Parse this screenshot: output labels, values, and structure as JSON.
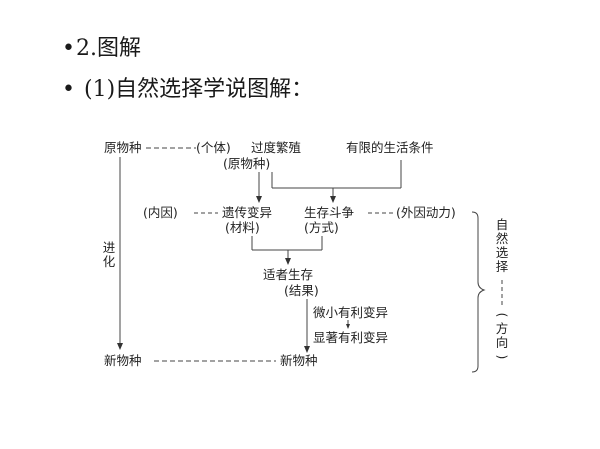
{
  "slide": {
    "bullets": [
      {
        "marker": "•",
        "text": "2.图解"
      },
      {
        "marker": "•",
        "text": "(1)自然选择学说图解："
      }
    ]
  },
  "diagram": {
    "nodes": {
      "original_species": "原物种",
      "individual": "(个体)",
      "overbreeding": "过度繁殖",
      "overbreeding_sub": "(原物种)",
      "limited_conditions": "有限的生活条件",
      "internal_cause": "(内因)",
      "heritable_variation": "遗传变异",
      "heritable_variation_sub": "(材料)",
      "struggle": "生存斗争",
      "struggle_sub": "(方式)",
      "external_cause": "(外因动力)",
      "survival_fittest": "适者生存",
      "survival_fittest_sub": "(结果)",
      "minor_variation": "微小有利变异",
      "significant_variation": "显著有利变异",
      "new_species_left": "新物种",
      "new_species_right": "新物种",
      "evolution": [
        "进",
        "化"
      ],
      "natural_selection": [
        "自",
        "然",
        "选",
        "择"
      ],
      "direction": [
        "(",
        "方",
        "向",
        ")"
      ]
    },
    "connectors": {
      "dash_short": "- - -",
      "dash_long": "- - - - -"
    }
  }
}
